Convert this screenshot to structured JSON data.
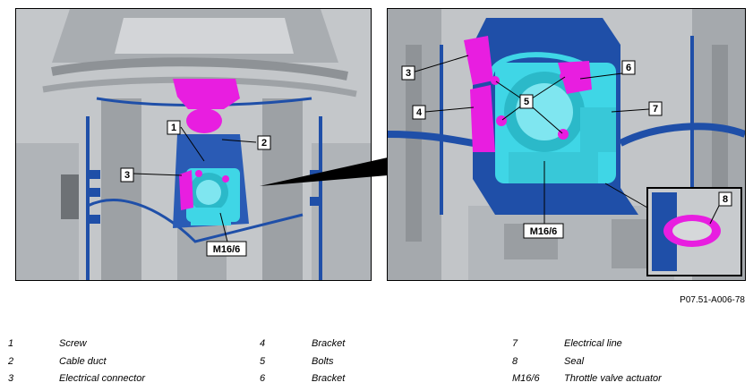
{
  "figure": {
    "id_label": "P07.51-A006-78",
    "left_callouts": {
      "c1": "1",
      "c2": "2",
      "c3": "3",
      "actuator": "M16/6"
    },
    "right_callouts": {
      "c3": "3",
      "c4": "4",
      "c5": "5",
      "c6": "6",
      "c7": "7",
      "c8": "8",
      "actuator": "M16/6"
    }
  },
  "legend": {
    "col1": [
      {
        "key": "1",
        "value": "Screw"
      },
      {
        "key": "2",
        "value": "Cable duct"
      },
      {
        "key": "3",
        "value": "Electrical connector"
      }
    ],
    "col2": [
      {
        "key": "4",
        "value": "Bracket"
      },
      {
        "key": "5",
        "value": "Bolts"
      },
      {
        "key": "6",
        "value": "Bracket"
      }
    ],
    "col3": [
      {
        "key": "7",
        "value": "Electrical line"
      },
      {
        "key": "8",
        "value": "Seal"
      },
      {
        "key": "M16/6",
        "value": "Throttle valve actuator"
      }
    ]
  },
  "colors": {
    "engine_gray": "#b9bcbf",
    "harness_blue": "#1f4fa8",
    "actuator_cyan": "#3fd6e6",
    "highlight_magenta": "#e81ee0"
  }
}
